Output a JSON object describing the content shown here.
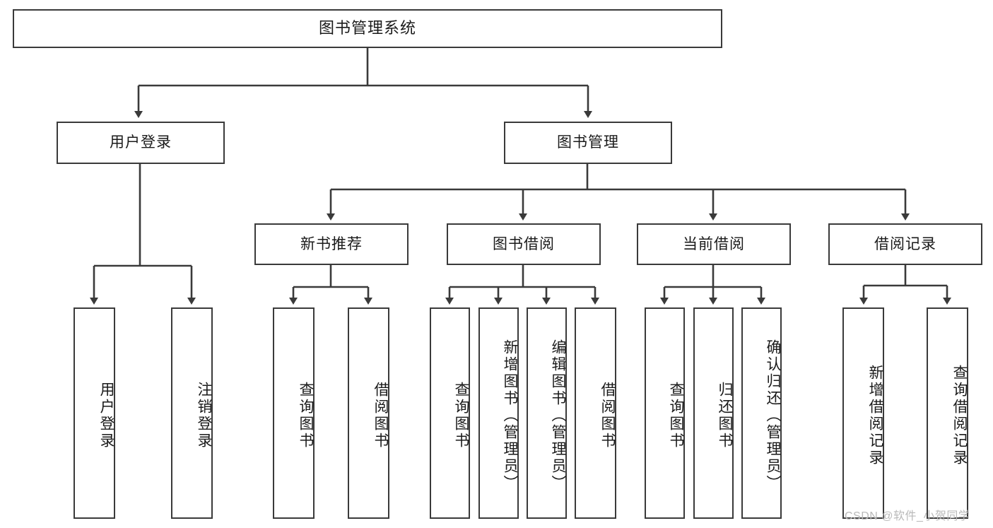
{
  "diagram": {
    "title": "图书管理系统",
    "type": "tree-hierarchy-chart",
    "watermark": "CSDN @软件_小贺同学",
    "root": {
      "label": "图书管理系统"
    },
    "level2": [
      {
        "label": "用户登录"
      },
      {
        "label": "图书管理"
      }
    ],
    "level3": [
      {
        "label": "新书推荐"
      },
      {
        "label": "图书借阅"
      },
      {
        "label": "当前借阅"
      },
      {
        "label": "借阅记录"
      }
    ],
    "leaves": {
      "user_login": [
        {
          "label": "用户登录"
        },
        {
          "label": "注销登录"
        }
      ],
      "new_book_recommend": [
        {
          "label": "查询图书"
        },
        {
          "label": "借阅图书"
        }
      ],
      "book_borrow": [
        {
          "label": "查询图书"
        },
        {
          "label": "新增图书（管理员）"
        },
        {
          "label": "编辑图书（管理员）"
        },
        {
          "label": "借阅图书"
        }
      ],
      "current_borrow": [
        {
          "label": "查询图书"
        },
        {
          "label": "归还图书"
        },
        {
          "label": "确认归还（管理员）"
        }
      ],
      "borrow_record": [
        {
          "label": "新增借阅记录"
        },
        {
          "label": "查询借阅记录"
        }
      ]
    },
    "colors": {
      "stroke": "#3a3a3a",
      "fill": "#ffffff",
      "text": "#1a1a1a",
      "watermark": "#b9b9b9"
    }
  }
}
